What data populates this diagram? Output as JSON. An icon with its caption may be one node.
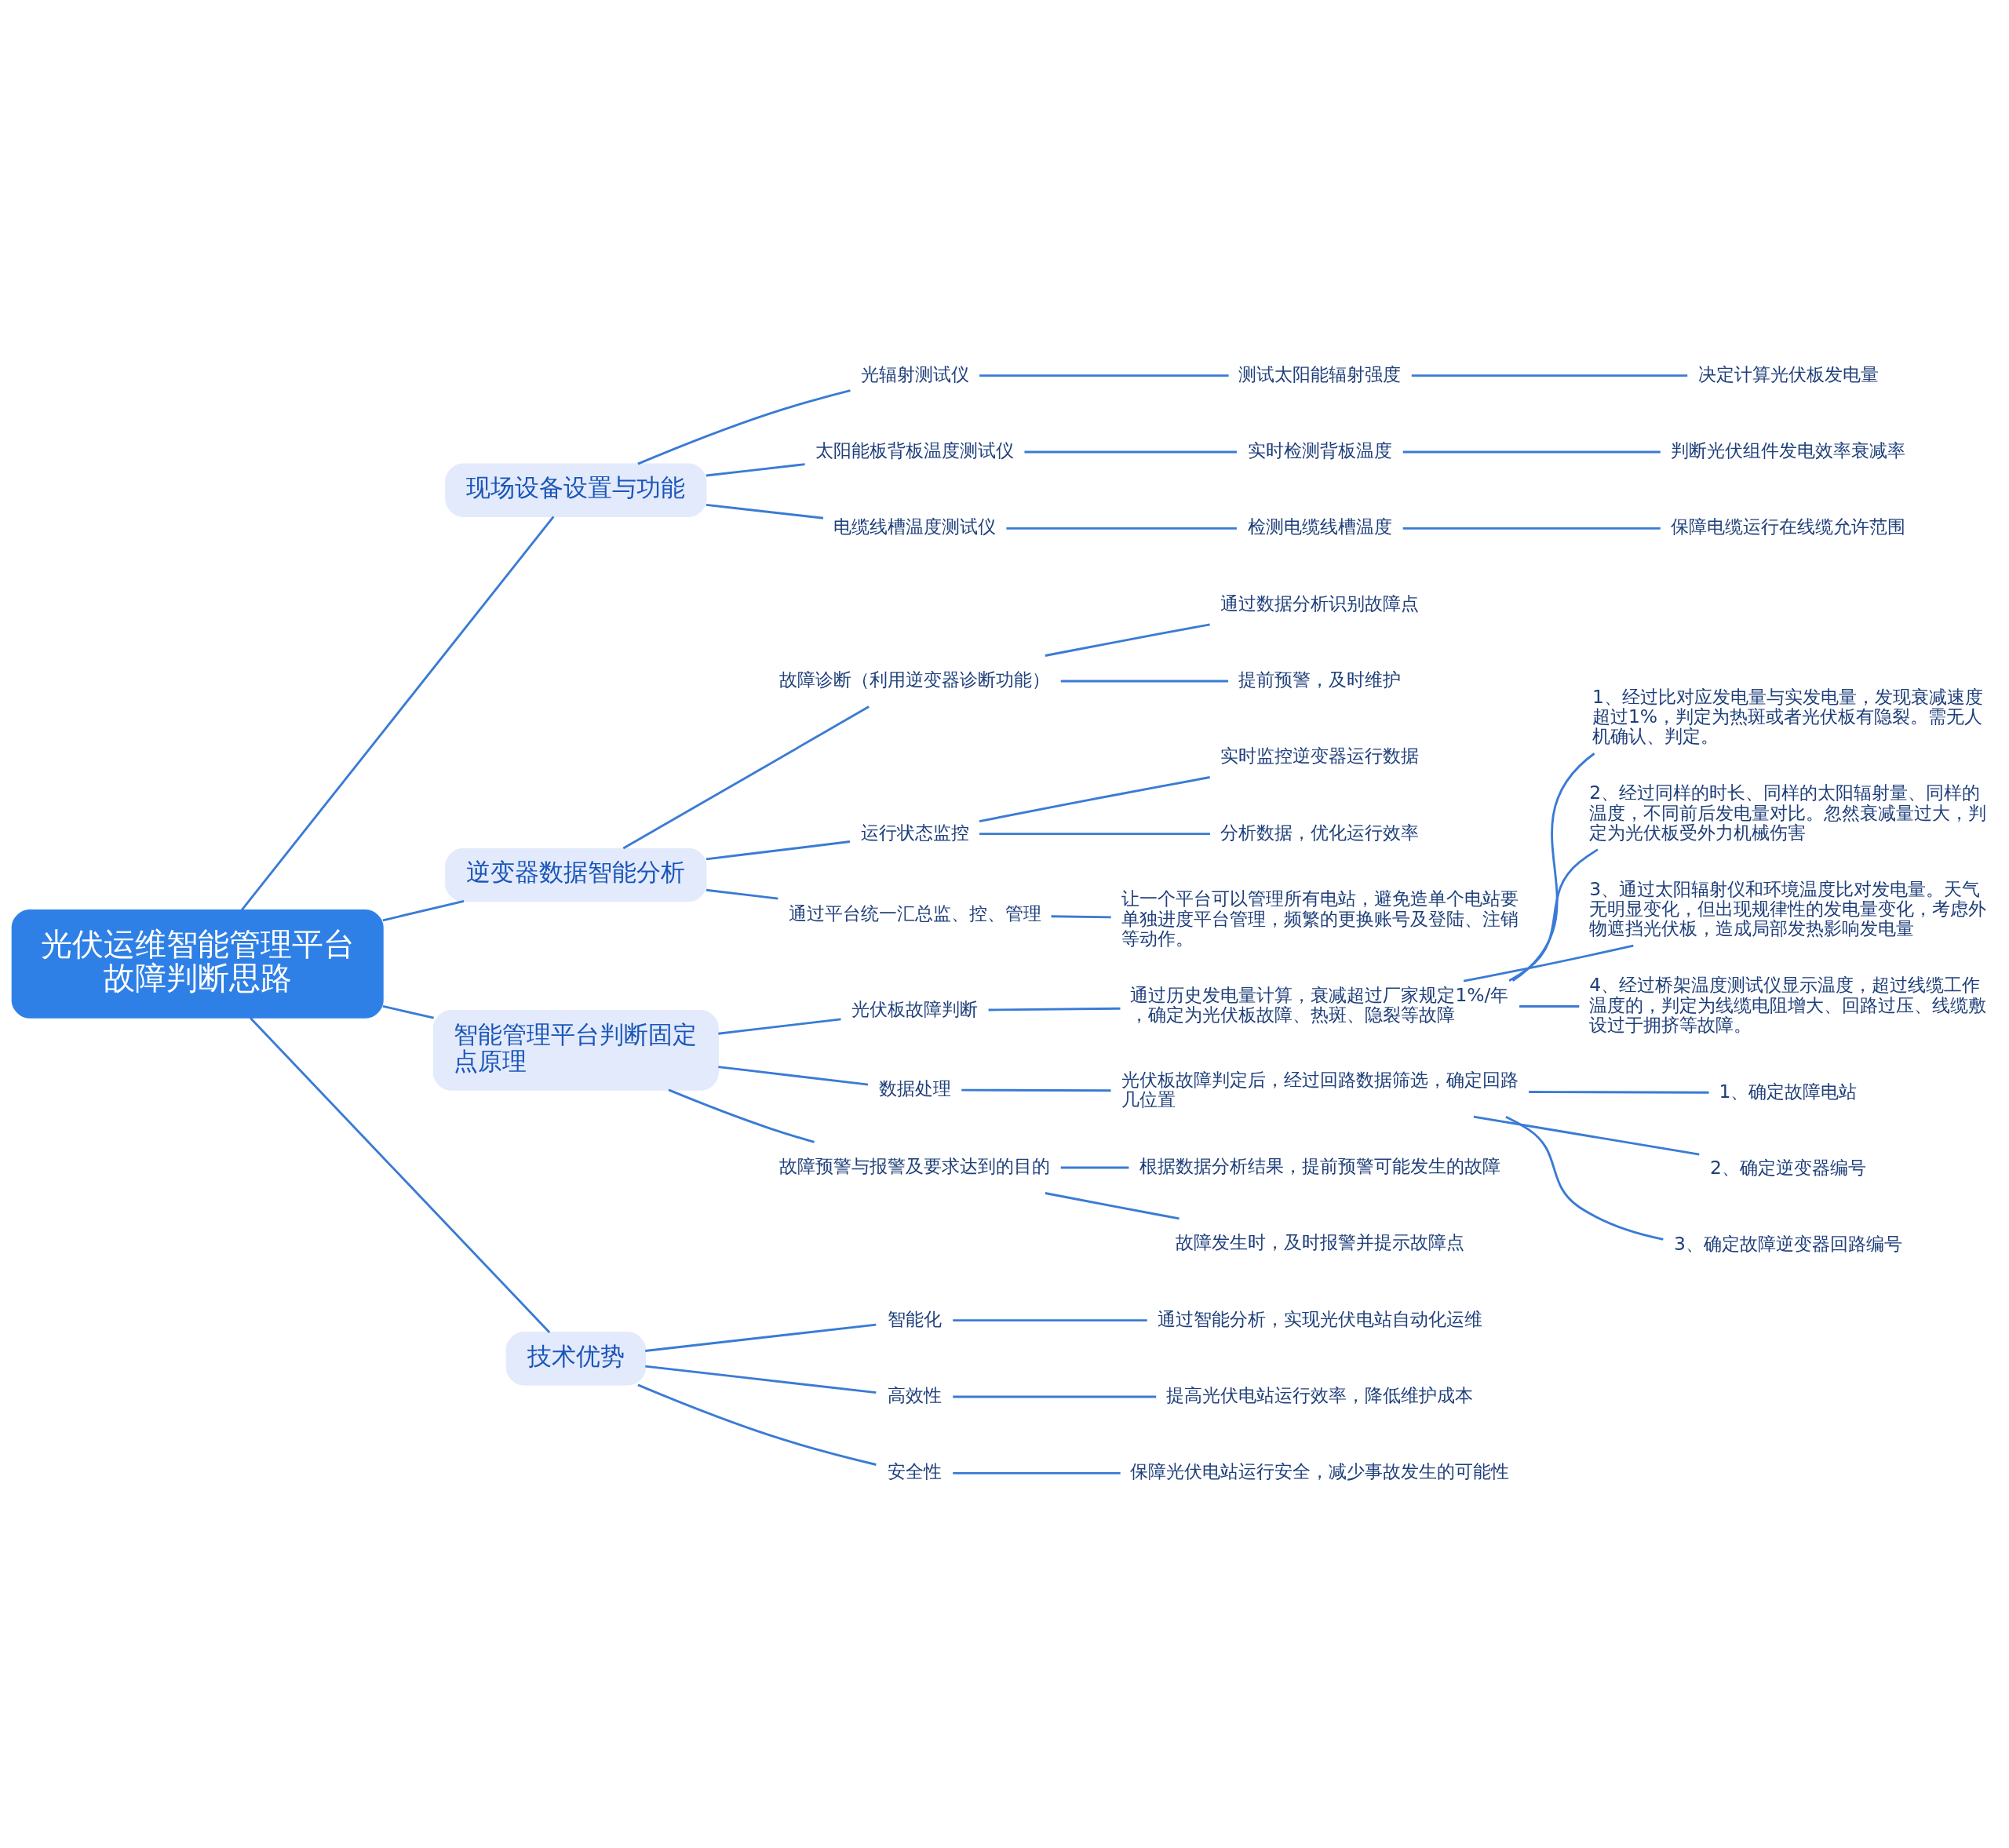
{
  "diagram": {
    "nodes": [
      {
        "text": [
          "光伏运维智能管理平台故障判断思路"
        ]
      },
      {
        "text": [
          "现场设备设置与功能"
        ]
      },
      {
        "text": [
          "光辐射测试仪"
        ]
      },
      {
        "text": [
          "测试太阳能辐射强度"
        ]
      },
      {
        "text": [
          "决定计算光伏板发电量"
        ]
      },
      {
        "text": [
          "太阳能板背板温度测试仪"
        ]
      },
      {
        "text": [
          "实时检测背板温度"
        ]
      },
      {
        "text": [
          "判断光伏组件发电效率衰减率"
        ]
      },
      {
        "text": [
          "电缆线槽温度测试仪"
        ]
      },
      {
        "text": [
          "检测电缆线槽温度"
        ]
      },
      {
        "text": [
          "保障电缆运行在线缆允许范围"
        ]
      },
      {
        "text": [
          "逆变器数据智能分析"
        ]
      },
      {
        "text": [
          "故障诊断（利用逆变器诊断功能）"
        ]
      },
      {
        "text": [
          "通过数据分析识别故障点"
        ]
      },
      {
        "text": [
          "提前预警，及时维护"
        ]
      },
      {
        "text": [
          "运行状态监控"
        ]
      },
      {
        "text": [
          "实时监控逆变器运行数据"
        ]
      },
      {
        "text": [
          "分析数据，优化运行效率"
        ]
      },
      {
        "text": [
          "通过平台统一汇总监、控、管理"
        ]
      },
      {
        "text": [
          "让一个平台可以管理所有电站，避免造单个电站要单独进度平台管理，频繁的更换账号及登陆、注销等动作。"
        ]
      },
      {
        "text": [
          "智能管理平台判断固定点原理"
        ]
      },
      {
        "text": [
          "光伏板故障判断"
        ]
      },
      {
        "text": [
          "通过历史发电量计算，衰减超过厂家规定1%/年，确定为光伏板故障、热斑、隐裂等故障"
        ]
      },
      {
        "text": [
          "1、经过比对应发电量与实发电量，发现衰减速度超过1%，判定为热斑或者光伏板有隐裂。需无人机确认、判定。"
        ]
      },
      {
        "text": [
          "2、经过同样的时长、同样的太阳辐射量、同样的温度，不同前后发电量对比。忽然衰减量过大，判定为光伏板受外力机械伤害"
        ]
      },
      {
        "text": [
          "3、通过太阳辐射仪和环境温度比对发电量。天气无明显变化，但出现规律性的发电量变化，考虑外物遮挡光伏板，造成局部发热影响发电量"
        ]
      },
      {
        "text": [
          "4、经过桥架温度测试仪显示温度，超过线缆工作温度的，判定为线缆电阻增大、回路过压、线缆敷设过于拥挤等故障。"
        ]
      },
      {
        "text": [
          "数据处理"
        ]
      },
      {
        "text": [
          "光伏板故障判定后，经过回路数据筛选，确定回路几位置"
        ]
      },
      {
        "text": [
          "1、确定故障电站"
        ]
      },
      {
        "text": [
          "2、确定逆变器编号"
        ]
      },
      {
        "text": [
          "3、确定故障逆变器回路编号"
        ]
      },
      {
        "text": [
          "故障预警与报警及要求达到的目的"
        ]
      },
      {
        "text": [
          "根据数据分析结果，提前预警可能发生的故障"
        ]
      },
      {
        "text": [
          "故障发生时，及时报警并提示故障点"
        ]
      },
      {
        "text": [
          "技术优势"
        ]
      },
      {
        "text": [
          "智能化"
        ]
      },
      {
        "text": [
          "通过智能分析，实现光伏电站自动化运维"
        ]
      },
      {
        "text": [
          "高效性"
        ]
      },
      {
        "text": [
          "提高光伏电站运行效率，降低维护成本"
        ]
      },
      {
        "text": [
          "安全性"
        ]
      },
      {
        "text": [
          "保障光伏电站运行安全，减少事故发生的可能性"
        ]
      }
    ],
    "edges": [
      {
        "from": 0,
        "to": 1,
        "arrow": "none"
      },
      {
        "from": 1,
        "to": 2,
        "arrow": "none"
      },
      {
        "from": 2,
        "to": 3,
        "arrow": "none"
      },
      {
        "from": 3,
        "to": 4,
        "arrow": "none"
      },
      {
        "from": 1,
        "to": 5,
        "arrow": "none"
      },
      {
        "from": 5,
        "to": 6,
        "arrow": "none"
      },
      {
        "from": 6,
        "to": 7,
        "arrow": "none"
      },
      {
        "from": 1,
        "to": 8,
        "arrow": "none"
      },
      {
        "from": 8,
        "to": 9,
        "arrow": "none"
      },
      {
        "from": 9,
        "to": 10,
        "arrow": "none"
      },
      {
        "from": 0,
        "to": 11,
        "arrow": "none"
      },
      {
        "from": 11,
        "to": 12,
        "arrow": "none"
      },
      {
        "from": 12,
        "to": 13,
        "arrow": "none"
      },
      {
        "from": 12,
        "to": 14,
        "arrow": "none"
      },
      {
        "from": 11,
        "to": 15,
        "arrow": "none"
      },
      {
        "from": 15,
        "to": 16,
        "arrow": "none"
      },
      {
        "from": 15,
        "to": 17,
        "arrow": "none"
      },
      {
        "from": 11,
        "to": 18,
        "arrow": "none"
      },
      {
        "from": 18,
        "to": 19,
        "arrow": "none"
      },
      {
        "from": 0,
        "to": 20,
        "arrow": "none"
      },
      {
        "from": 20,
        "to": 21,
        "arrow": "none"
      },
      {
        "from": 21,
        "to": 22,
        "arrow": "none"
      },
      {
        "from": 22,
        "to": 23,
        "arrow": "none"
      },
      {
        "from": 22,
        "to": 24,
        "arrow": "none"
      },
      {
        "from": 22,
        "to": 25,
        "arrow": "none"
      },
      {
        "from": 22,
        "to": 26,
        "arrow": "none"
      },
      {
        "from": 20,
        "to": 27,
        "arrow": "none"
      },
      {
        "from": 27,
        "to": 28,
        "arrow": "none"
      },
      {
        "from": 28,
        "to": 29,
        "arrow": "none"
      },
      {
        "from": 28,
        "to": 30,
        "arrow": "none"
      },
      {
        "from": 28,
        "to": 31,
        "arrow": "none"
      },
      {
        "from": 20,
        "to": 32,
        "arrow": "none"
      },
      {
        "from": 32,
        "to": 33,
        "arrow": "none"
      },
      {
        "from": 32,
        "to": 34,
        "arrow": "none"
      },
      {
        "from": 0,
        "to": 35,
        "arrow": "none"
      },
      {
        "from": 35,
        "to": 36,
        "arrow": "none"
      },
      {
        "from": 36,
        "to": 37,
        "arrow": "none"
      },
      {
        "from": 35,
        "to": 38,
        "arrow": "none"
      },
      {
        "from": 38,
        "to": 39,
        "arrow": "none"
      },
      {
        "from": 35,
        "to": 40,
        "arrow": "none"
      },
      {
        "from": 40,
        "to": 41,
        "arrow": "none"
      }
    ]
  }
}
